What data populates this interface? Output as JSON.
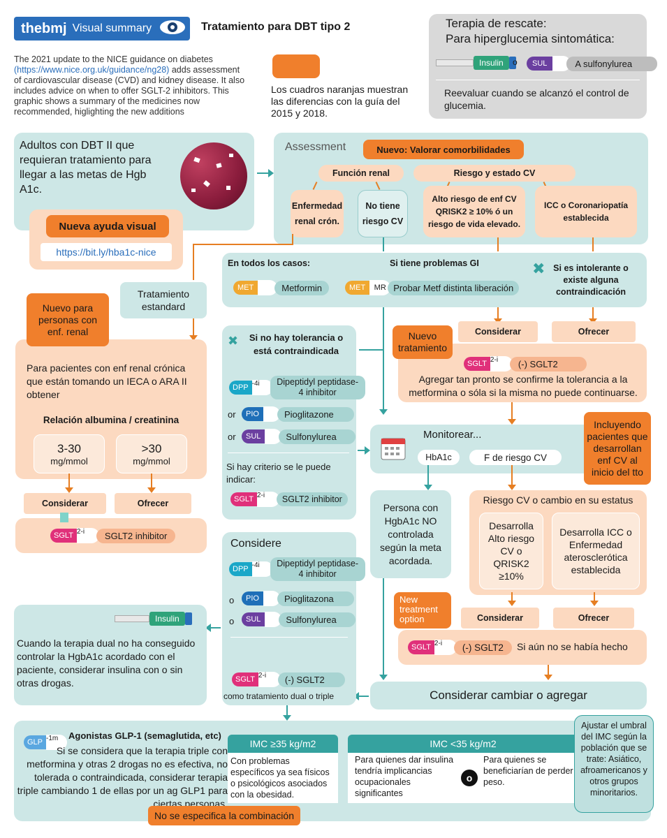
{
  "header": {
    "brand": "thebmj",
    "brand_sub": "Visual summary",
    "title": "Tratamiento para DBT tipo 2",
    "intro": "The 2021 update to the NICE guidance on diabetes",
    "intro_link": "(https://www.nice.org.uk/guidance/ng28)",
    "intro_rest": " adds assessment of cardiovascular disease (CVD) and kidney disease. It also includes advice on when to offer SGLT-2 inhibitors. This graphic shows a summary of the medicines now recommended, higlighting the new additions",
    "legend": "Los cuadros naranjas muestran las diferencias con la guía del 2015 y 2018."
  },
  "rescue": {
    "title": "Terapia de rescate:",
    "subtitle": "Para hiperglucemia sintomática:",
    "insulin": "Insulin",
    "or": "o",
    "sul_cap": "SUL",
    "sul_label": "A sulfonylurea",
    "note": "Reevaluar cuando se alcanzó el control de glucemia."
  },
  "adults": {
    "text": "Adultos con DBT II que requieran tratamiento para llegar a las metas de Hgb A1c.",
    "visual_aid_title": "Nueva ayuda visual",
    "visual_aid_link": "https://bit.ly/hba1c-nice"
  },
  "assessment": {
    "title": "Assessment",
    "new_label": "Nuevo:  Valorar comorbilidades",
    "renal": "Función renal",
    "cv": "Riesgo  y estado CV",
    "ckd": "Enfermedad renal crón.",
    "no_cv": "No tiene riesgo CV",
    "high_cv": "Alto riesgo de enf CV QRISK2 ≥ 10% ó un riesgo de vida elevado.",
    "icc": "ICC o Coronariopatía establecida"
  },
  "standard": "Tratamiento estandard",
  "all_cases": {
    "label": "En todos los casos:",
    "met_cap": "MET",
    "met_label": "Metformin",
    "gi": "Si tiene problemas GI",
    "mr_cap": "MET",
    "mr_tag": "MR",
    "mr_label": "Probar Metf distinta liberación",
    "intolerant": "Si es intolerante o existe alguna contraindicación"
  },
  "renal_box": {
    "new_tag": "Nuevo para personas con enf. renal",
    "text": "Para pacientes con enf renal crónica que  están tomando un IECA o ARA II obtener",
    "ratio": "Relación albumina / creatinina",
    "low": "3-30",
    "low_unit": "mg/mmol",
    "high": ">30",
    "high_unit": "mg/mmol",
    "consider": "Considerar",
    "offer": "Ofrecer",
    "sglt_cap": "SGLT",
    "sglt_sup": "2-i",
    "sglt_label": "SGLT2 inhibitor"
  },
  "intolerance": {
    "title": "Si no hay tolerancia o está contraindicada",
    "dpp_cap": "DPP",
    "dpp_sup": "-4i",
    "dpp_label": "Dipeptidyl peptidase-4 inhibitor",
    "or1": "or",
    "pio_cap": "PIO",
    "pio_label": "Pioglitazone",
    "or2": "or",
    "sul_cap": "SUL",
    "sul_label": "Sulfonylurea",
    "criteria": "Si hay criterio se le puede indicar:",
    "sglt_cap": "SGLT",
    "sglt_sup": "2-i",
    "sglt_label": "SGLT2 inhibitor"
  },
  "new_treatment": {
    "tag": "Nuevo tratamiento",
    "consider": "Considerar",
    "offer": "Ofrecer",
    "sglt_cap": "SGLT",
    "sglt_sup": "2-i",
    "sglt_label": "(-) SGLT2",
    "text": "Agregar tan pronto se confirme la tolerancia a la metformina o sóla si la misma no puede continuarse."
  },
  "monitor": {
    "title": "Monitorear...",
    "hba1c": "HbA1c",
    "cv": "F de riesgo CV",
    "including": "Incluyendo pacientes que desarrollan enf CV al inicio del tto"
  },
  "uncontrolled": "Persona con HgbA1c NO controlada según la meta acordada.",
  "cv_change": {
    "title": "Riesgo CV o cambio en su estatus",
    "high": "Desarrolla Alto riesgo CV o QRISK2 ≥10%",
    "icc": "Desarrolla ICC o Enfermedad aterosclerótica establecida",
    "tag": "New treatment option",
    "consider": "Considerar",
    "offer": "Ofrecer",
    "sglt_cap": "SGLT",
    "sglt_sup": "2-i",
    "sglt_label": "(-) SGLT2",
    "note": "Si aún no se había hecho"
  },
  "considere": {
    "title": "Considere",
    "dpp_cap": "DPP",
    "dpp_sup": "-4i",
    "dpp_label": "Dipeptidyl peptidase-4 inhibitor",
    "o1": "o",
    "pio_cap": "PIO",
    "pio_label": "Pioglitazona",
    "o2": "o",
    "sul_cap": "SUL",
    "sul_label": "Sulfonylurea",
    "sglt_cap": "SGLT",
    "sglt_sup": "2-i",
    "sglt_label": "(-) SGLT2",
    "note": "como tratamiento dual o triple"
  },
  "insulin_box": {
    "insulin": "Insulin",
    "text": "Cuando la terapia dual no ha conseguido controlar la HgbA1c acordado con el paciente, considerar insulina con o sin otras drogas."
  },
  "change": "Considerar cambiar o agregar",
  "glp": {
    "cap": "GLP",
    "sup": "-1m",
    "title": "Agonistas GLP-1 (semaglutida, etc)",
    "text": "Si se considera que la terapia triple con metformina y otras 2 drogas no es efectiva, no tolerada o contraindicada, considerar terapia triple cambiando 1 de ellas por un ag GLP1  para ciertas personas.",
    "unspecified": "No se especifica la combinación",
    "imc_high": "IMC ≥35 kg/m2",
    "imc_high_text": "Con problemas específicos ya sea  físicos o psicológicos asociados con la obesidad.",
    "imc_low": "IMC <35 kg/m2",
    "imc_low_a": "Para quienes dar insulina tendría implicancias ocupacionales significantes",
    "o": "o",
    "imc_low_b": "Para quienes se beneficiarían de perder peso.",
    "adjust": "Ajustar el umbral del IMC según la población que se trate: Asiático, afroamericanos y otros grupos minoritarios."
  }
}
